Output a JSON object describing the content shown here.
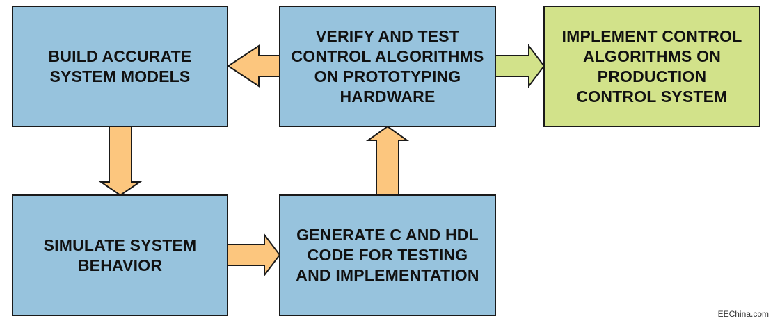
{
  "colors": {
    "process_box": "#97c3dd",
    "final_box": "#d2e28a",
    "arrow_orange": "#fcc67e",
    "arrow_green": "#d2e28a",
    "outline": "#1a1a1a"
  },
  "boxes": {
    "build_models": {
      "lines": [
        "BUILD ACCURATE",
        "SYSTEM MODELS"
      ]
    },
    "verify_test": {
      "lines": [
        "VERIFY AND TEST",
        "CONTROL ALGORITHMS",
        "ON PROTOTYPING",
        "HARDWARE"
      ]
    },
    "implement": {
      "lines": [
        "IMPLEMENT CONTROL",
        "ALGORITHMS ON",
        "PRODUCTION",
        "CONTROL SYSTEM"
      ]
    },
    "simulate": {
      "lines": [
        "SIMULATE SYSTEM",
        "BEHAVIOR"
      ]
    },
    "generate_code": {
      "lines": [
        "GENERATE C AND HDL",
        "CODE FOR TESTING",
        "AND IMPLEMENTATION"
      ]
    }
  },
  "watermark": "EEChina.com"
}
